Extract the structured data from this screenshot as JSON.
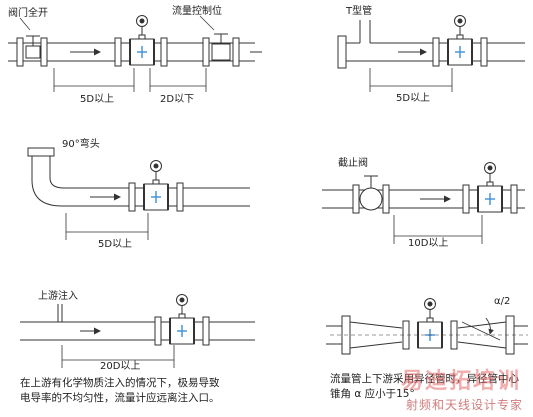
{
  "panel1": {
    "valve_label": "阀门全开",
    "control_label": "流量控制位",
    "dim_left": "5D以上",
    "dim_right": "2D以下"
  },
  "panel2": {
    "pipe_label": "T型管",
    "dim": "5D以上"
  },
  "panel3": {
    "elbow_label": "90°弯头",
    "dim": "5D以上"
  },
  "panel4": {
    "valve_label": "截止阀",
    "dim": "10D以上"
  },
  "panel5": {
    "inlet_label": "上游注入",
    "dim": "20D以上",
    "note_line1": "在上游有化学物质注入的情况下，极易导致",
    "note_line2": "电导率的不均匀性，流量计应远离注入口。"
  },
  "panel6": {
    "angle_label": "α/2",
    "note_line1": "流量管上下游采用异径管时，异径管中心",
    "note_line2": "锥角 α 应小于15°"
  },
  "watermark": {
    "line1": "易迪拓培训",
    "line2": "射频和天线设计专家"
  },
  "colors": {
    "line": "#333333",
    "sensor": "#3f8fd8"
  }
}
